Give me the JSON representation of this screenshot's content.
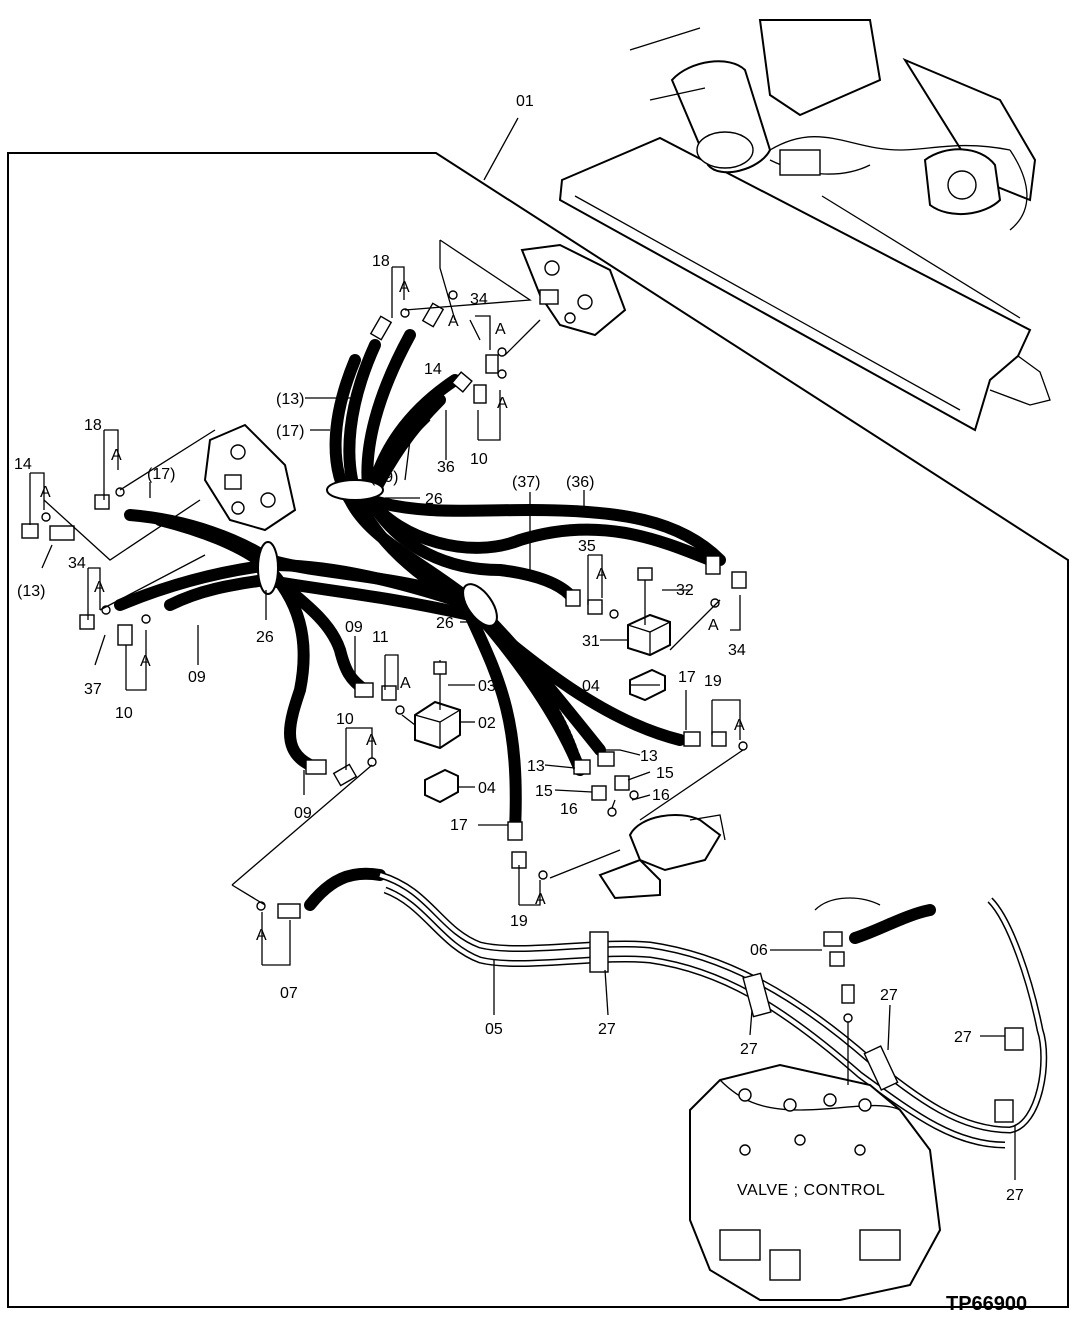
{
  "figure_id": "TP66900",
  "control_valve_label": "VALVE ; CONTROL",
  "frame_callout": "01",
  "callouts": [
    {
      "id": "c01",
      "text": "01"
    },
    {
      "id": "c18a",
      "text": "18"
    },
    {
      "id": "cA1",
      "text": "A"
    },
    {
      "id": "c14a",
      "text": "14"
    },
    {
      "id": "cA2",
      "text": "A"
    },
    {
      "id": "c34a",
      "text": "34"
    },
    {
      "id": "cA3",
      "text": "A"
    },
    {
      "id": "cA4",
      "text": "A"
    },
    {
      "id": "c13p",
      "text": "(13)"
    },
    {
      "id": "c17p",
      "text": "(17)"
    },
    {
      "id": "c09p",
      "text": "(09)"
    },
    {
      "id": "c36a",
      "text": "36"
    },
    {
      "id": "c10a",
      "text": "10"
    },
    {
      "id": "c26a",
      "text": "26"
    },
    {
      "id": "c18b",
      "text": "18"
    },
    {
      "id": "cA5",
      "text": "A"
    },
    {
      "id": "c17p2",
      "text": "(17)"
    },
    {
      "id": "c14b",
      "text": "14"
    },
    {
      "id": "cA6",
      "text": "A"
    },
    {
      "id": "c13p2",
      "text": "(13)"
    },
    {
      "id": "c34b",
      "text": "34"
    },
    {
      "id": "cA7",
      "text": "A"
    },
    {
      "id": "c37a",
      "text": "37"
    },
    {
      "id": "cA8",
      "text": "A"
    },
    {
      "id": "c10b",
      "text": "10"
    },
    {
      "id": "c09a",
      "text": "09"
    },
    {
      "id": "c26b",
      "text": "26"
    },
    {
      "id": "c37p",
      "text": "(37)"
    },
    {
      "id": "c36p",
      "text": "(36)"
    },
    {
      "id": "c35",
      "text": "35"
    },
    {
      "id": "cA9",
      "text": "A"
    },
    {
      "id": "c32",
      "text": "32"
    },
    {
      "id": "c31",
      "text": "31"
    },
    {
      "id": "cA10",
      "text": "A"
    },
    {
      "id": "c34c",
      "text": "34"
    },
    {
      "id": "c26c",
      "text": "26"
    },
    {
      "id": "c09b",
      "text": "09"
    },
    {
      "id": "c11",
      "text": "11"
    },
    {
      "id": "cA11",
      "text": "A"
    },
    {
      "id": "c03",
      "text": "03"
    },
    {
      "id": "c04a",
      "text": "04"
    },
    {
      "id": "c17a",
      "text": "17"
    },
    {
      "id": "c19a",
      "text": "19"
    },
    {
      "id": "cA12",
      "text": "A"
    },
    {
      "id": "c02",
      "text": "02"
    },
    {
      "id": "c10c",
      "text": "10"
    },
    {
      "id": "cA13",
      "text": "A"
    },
    {
      "id": "c13a",
      "text": "13"
    },
    {
      "id": "c13b",
      "text": "13"
    },
    {
      "id": "c15a",
      "text": "15"
    },
    {
      "id": "c15b",
      "text": "15"
    },
    {
      "id": "c16a",
      "text": "16"
    },
    {
      "id": "c16b",
      "text": "16"
    },
    {
      "id": "c09c",
      "text": "09"
    },
    {
      "id": "c04b",
      "text": "04"
    },
    {
      "id": "c17b",
      "text": "17"
    },
    {
      "id": "c19b",
      "text": "19"
    },
    {
      "id": "cA14",
      "text": "A"
    },
    {
      "id": "cA15",
      "text": "A"
    },
    {
      "id": "c07",
      "text": "07"
    },
    {
      "id": "c05",
      "text": "05"
    },
    {
      "id": "c27a",
      "text": "27"
    },
    {
      "id": "c06",
      "text": "06"
    },
    {
      "id": "c27b",
      "text": "27"
    },
    {
      "id": "c27c",
      "text": "27"
    },
    {
      "id": "c27d",
      "text": "27"
    },
    {
      "id": "c27e",
      "text": "27"
    }
  ]
}
